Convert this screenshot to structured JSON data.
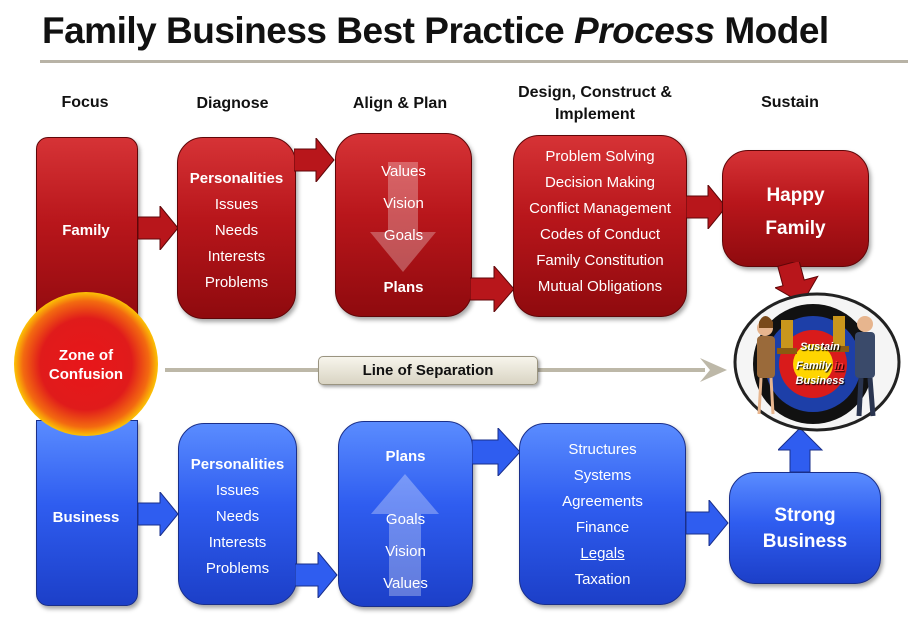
{
  "title": {
    "main": "Family Business Best Practice ",
    "italic": "Process",
    "end": " Model"
  },
  "columns": [
    "Focus",
    "Diagnose",
    "Align & Plan",
    "Design, Construct & Implement",
    "Sustain"
  ],
  "focus": {
    "family": "Family",
    "zone": "Zone of Confusion",
    "business": "Business"
  },
  "separation_label": "Line of Separation",
  "family_row": {
    "diagnose": [
      "Personalities",
      "Issues",
      "Needs",
      "Interests",
      "Problems"
    ],
    "align": [
      "Values",
      "Vision",
      "Goals",
      "Plans"
    ],
    "design": [
      "Problem Solving",
      "Decision Making",
      "Conflict Management",
      "Codes of Conduct",
      "Family Constitution",
      "Mutual Obligations"
    ],
    "sustain": "Happy Family"
  },
  "business_row": {
    "diagnose": [
      "Personalities",
      "Issues",
      "Needs",
      "Interests",
      "Problems"
    ],
    "align": [
      "Plans",
      "Goals",
      "Vision",
      "Values"
    ],
    "design": [
      "Structures",
      "Systems",
      "Agreements",
      "Finance",
      "Legals",
      "Taxation"
    ],
    "sustain": "Strong Business"
  },
  "target_text": {
    "line1": "Sustain",
    "line2_a": "Family ",
    "line2_b": "in",
    "line3": "Business"
  },
  "colors": {
    "red": "#b8161b",
    "blue": "#2f5df0",
    "zone": "#e01b1b",
    "glow": "#ffee00"
  }
}
